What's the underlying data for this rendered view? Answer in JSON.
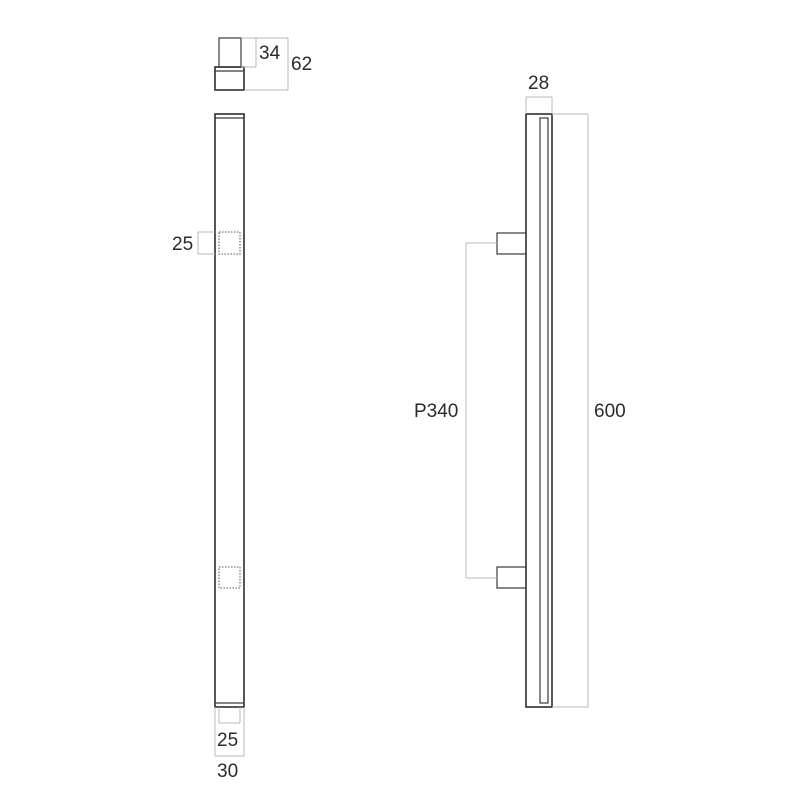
{
  "drawing": {
    "top_view": {
      "post_height": "34",
      "total_height": "62"
    },
    "front_view": {
      "post_width": "25",
      "bar_inner_width": "25",
      "bar_outer_width": "30"
    },
    "side_view": {
      "bar_depth": "28",
      "post_pitch": "P340",
      "total_length": "600"
    }
  }
}
